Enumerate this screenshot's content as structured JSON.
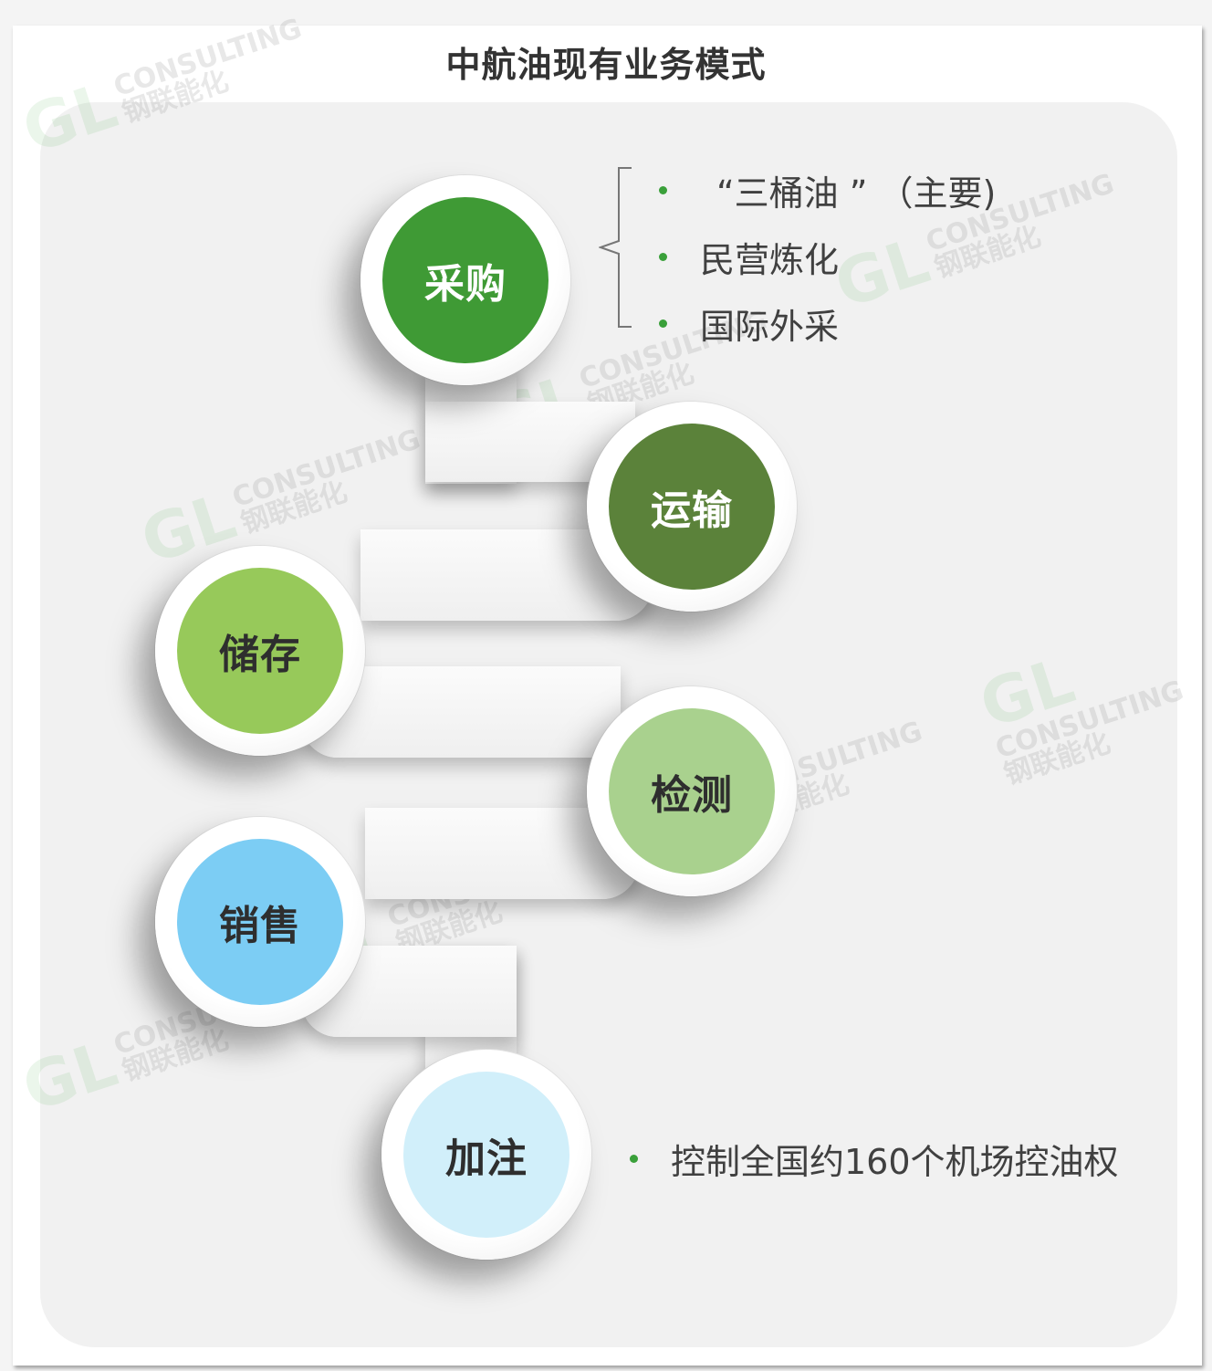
{
  "title": "中航油现有业务模式",
  "nodes": [
    {
      "label": "采购",
      "color": "#3f9a35",
      "text_color": "#ffffff"
    },
    {
      "label": "运输",
      "color": "#5b823a",
      "text_color": "#ffffff"
    },
    {
      "label": "储存",
      "color": "#97c95a",
      "text_color": "#2e2e2e"
    },
    {
      "label": "检测",
      "color": "#a9d18e",
      "text_color": "#2e2e2e"
    },
    {
      "label": "销售",
      "color": "#7ccdf4",
      "text_color": "#2e2e2e"
    },
    {
      "label": "加注",
      "color": "#d1effa",
      "text_color": "#2e2e2e"
    }
  ],
  "procurement_sources": [
    {
      "text": "“三桶油 ” （主要)"
    },
    {
      "text": "民营炼化"
    },
    {
      "text": "国际外采"
    }
  ],
  "refueling_note": {
    "text": "控制全国约160个机场控油权"
  },
  "colors": {
    "bullet": "#3aa03a",
    "text": "#404040",
    "title": "#333333"
  },
  "watermark": {
    "logo": "GL",
    "line1": "CONSULTING",
    "line2": "钢联能化"
  }
}
